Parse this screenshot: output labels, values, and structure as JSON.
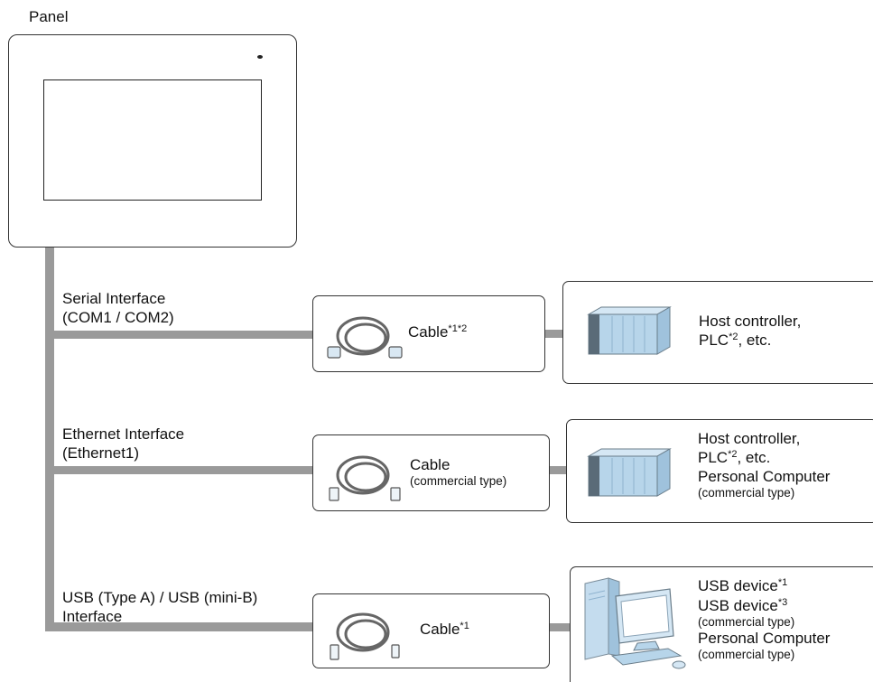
{
  "panel": {
    "label": "Panel"
  },
  "rows": [
    {
      "interface": {
        "line1": "Serial Interface",
        "line2": "(COM1 / COM2)"
      },
      "cable": {
        "label": "Cable",
        "sup": "*1*2"
      },
      "device": {
        "line1": "Host controller,",
        "line2_main": "PLC",
        "line2_sup": "*2",
        "line2_rest": ", etc."
      }
    },
    {
      "interface": {
        "line1": "Ethernet Interface",
        "line2": "(Ethernet1)"
      },
      "cable": {
        "label": "Cable",
        "note": "(commercial type)"
      },
      "device": {
        "line1": "Host controller,",
        "line2_main": "PLC",
        "line2_sup": "*2",
        "line2_rest": ", etc.",
        "line3": "Personal Computer",
        "line4": "(commercial type)"
      }
    },
    {
      "interface": {
        "line1": "USB (Type A) / USB (mini-B)",
        "line2": "Interface"
      },
      "cable": {
        "label": "Cable",
        "sup": "*1"
      },
      "device": {
        "line1_main": "USB device",
        "line1_sup": "*1",
        "line2_main": "USB device",
        "line2_sup": "*3",
        "line3": "(commercial type)",
        "line4": "Personal Computer",
        "line5": "(commercial type)"
      }
    }
  ],
  "colors": {
    "connector": "#9a9a9a",
    "device_blue": "#b7d5ea",
    "device_dark": "#5a6b78",
    "outline": "#333333"
  }
}
